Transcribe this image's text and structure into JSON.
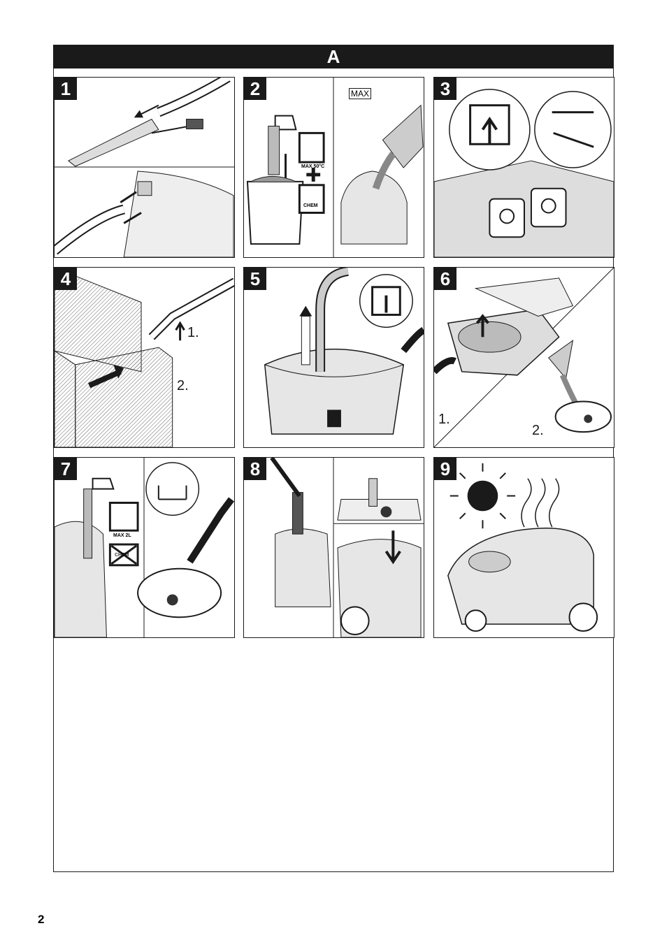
{
  "header": {
    "title": "A"
  },
  "panels": [
    {
      "number": "1"
    },
    {
      "number": "2",
      "max_label": "MAX",
      "water_label": "MAX 50°C",
      "chem_label": "CHEM"
    },
    {
      "number": "3"
    },
    {
      "number": "4",
      "step1": "1.",
      "step2": "2."
    },
    {
      "number": "5"
    },
    {
      "number": "6",
      "step1": "1.",
      "step2": "2."
    },
    {
      "number": "7",
      "water_label": "MAX 2L",
      "chem_label": "CHEM"
    },
    {
      "number": "8"
    },
    {
      "number": "9"
    }
  ],
  "footer": {
    "page_number": "2"
  }
}
